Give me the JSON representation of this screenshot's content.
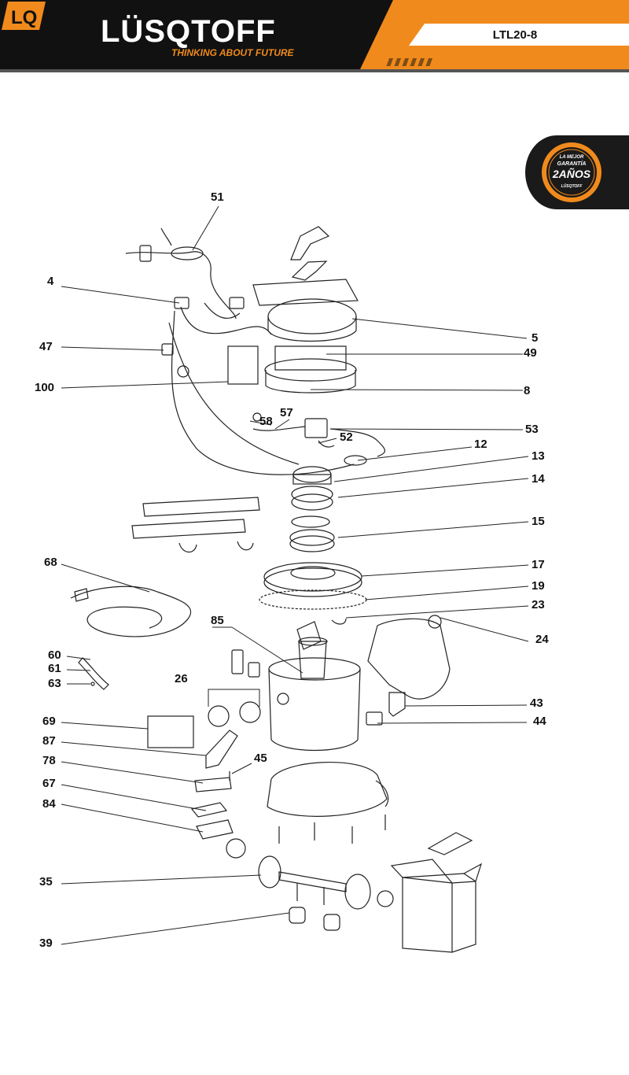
{
  "header": {
    "brand": "LÜSQTOFF",
    "tagline": "THINKING ABOUT FUTURE",
    "model": "LTL20-8",
    "colors": {
      "accent": "#f08a1c",
      "dark": "#111111",
      "white": "#ffffff"
    }
  },
  "warranty": {
    "line1": "LA MEJOR",
    "line2": "GARANTÍA",
    "line3": "2AÑOS",
    "line4": "LÜSQTOFF",
    "icon": "warranty-badge-icon"
  },
  "parts": [
    {
      "id": "51",
      "label": "51"
    },
    {
      "id": "4",
      "label": "4"
    },
    {
      "id": "47",
      "label": "47"
    },
    {
      "id": "100",
      "label": "100"
    },
    {
      "id": "5",
      "label": "5"
    },
    {
      "id": "49",
      "label": "49"
    },
    {
      "id": "8",
      "label": "8"
    },
    {
      "id": "58",
      "label": "58"
    },
    {
      "id": "57",
      "label": "57"
    },
    {
      "id": "53",
      "label": "53"
    },
    {
      "id": "52",
      "label": "52"
    },
    {
      "id": "12",
      "label": "12"
    },
    {
      "id": "13",
      "label": "13"
    },
    {
      "id": "14",
      "label": "14"
    },
    {
      "id": "15",
      "label": "15"
    },
    {
      "id": "68",
      "label": "68"
    },
    {
      "id": "17",
      "label": "17"
    },
    {
      "id": "19",
      "label": "19"
    },
    {
      "id": "23",
      "label": "23"
    },
    {
      "id": "85",
      "label": "85"
    },
    {
      "id": "24",
      "label": "24"
    },
    {
      "id": "60",
      "label": "60"
    },
    {
      "id": "61",
      "label": "61"
    },
    {
      "id": "63",
      "label": "63"
    },
    {
      "id": "26",
      "label": "26"
    },
    {
      "id": "43",
      "label": "43"
    },
    {
      "id": "69",
      "label": "69"
    },
    {
      "id": "44",
      "label": "44"
    },
    {
      "id": "87",
      "label": "87"
    },
    {
      "id": "45",
      "label": "45"
    },
    {
      "id": "78",
      "label": "78"
    },
    {
      "id": "67",
      "label": "67"
    },
    {
      "id": "84",
      "label": "84"
    },
    {
      "id": "35",
      "label": "35"
    },
    {
      "id": "39",
      "label": "39"
    }
  ]
}
